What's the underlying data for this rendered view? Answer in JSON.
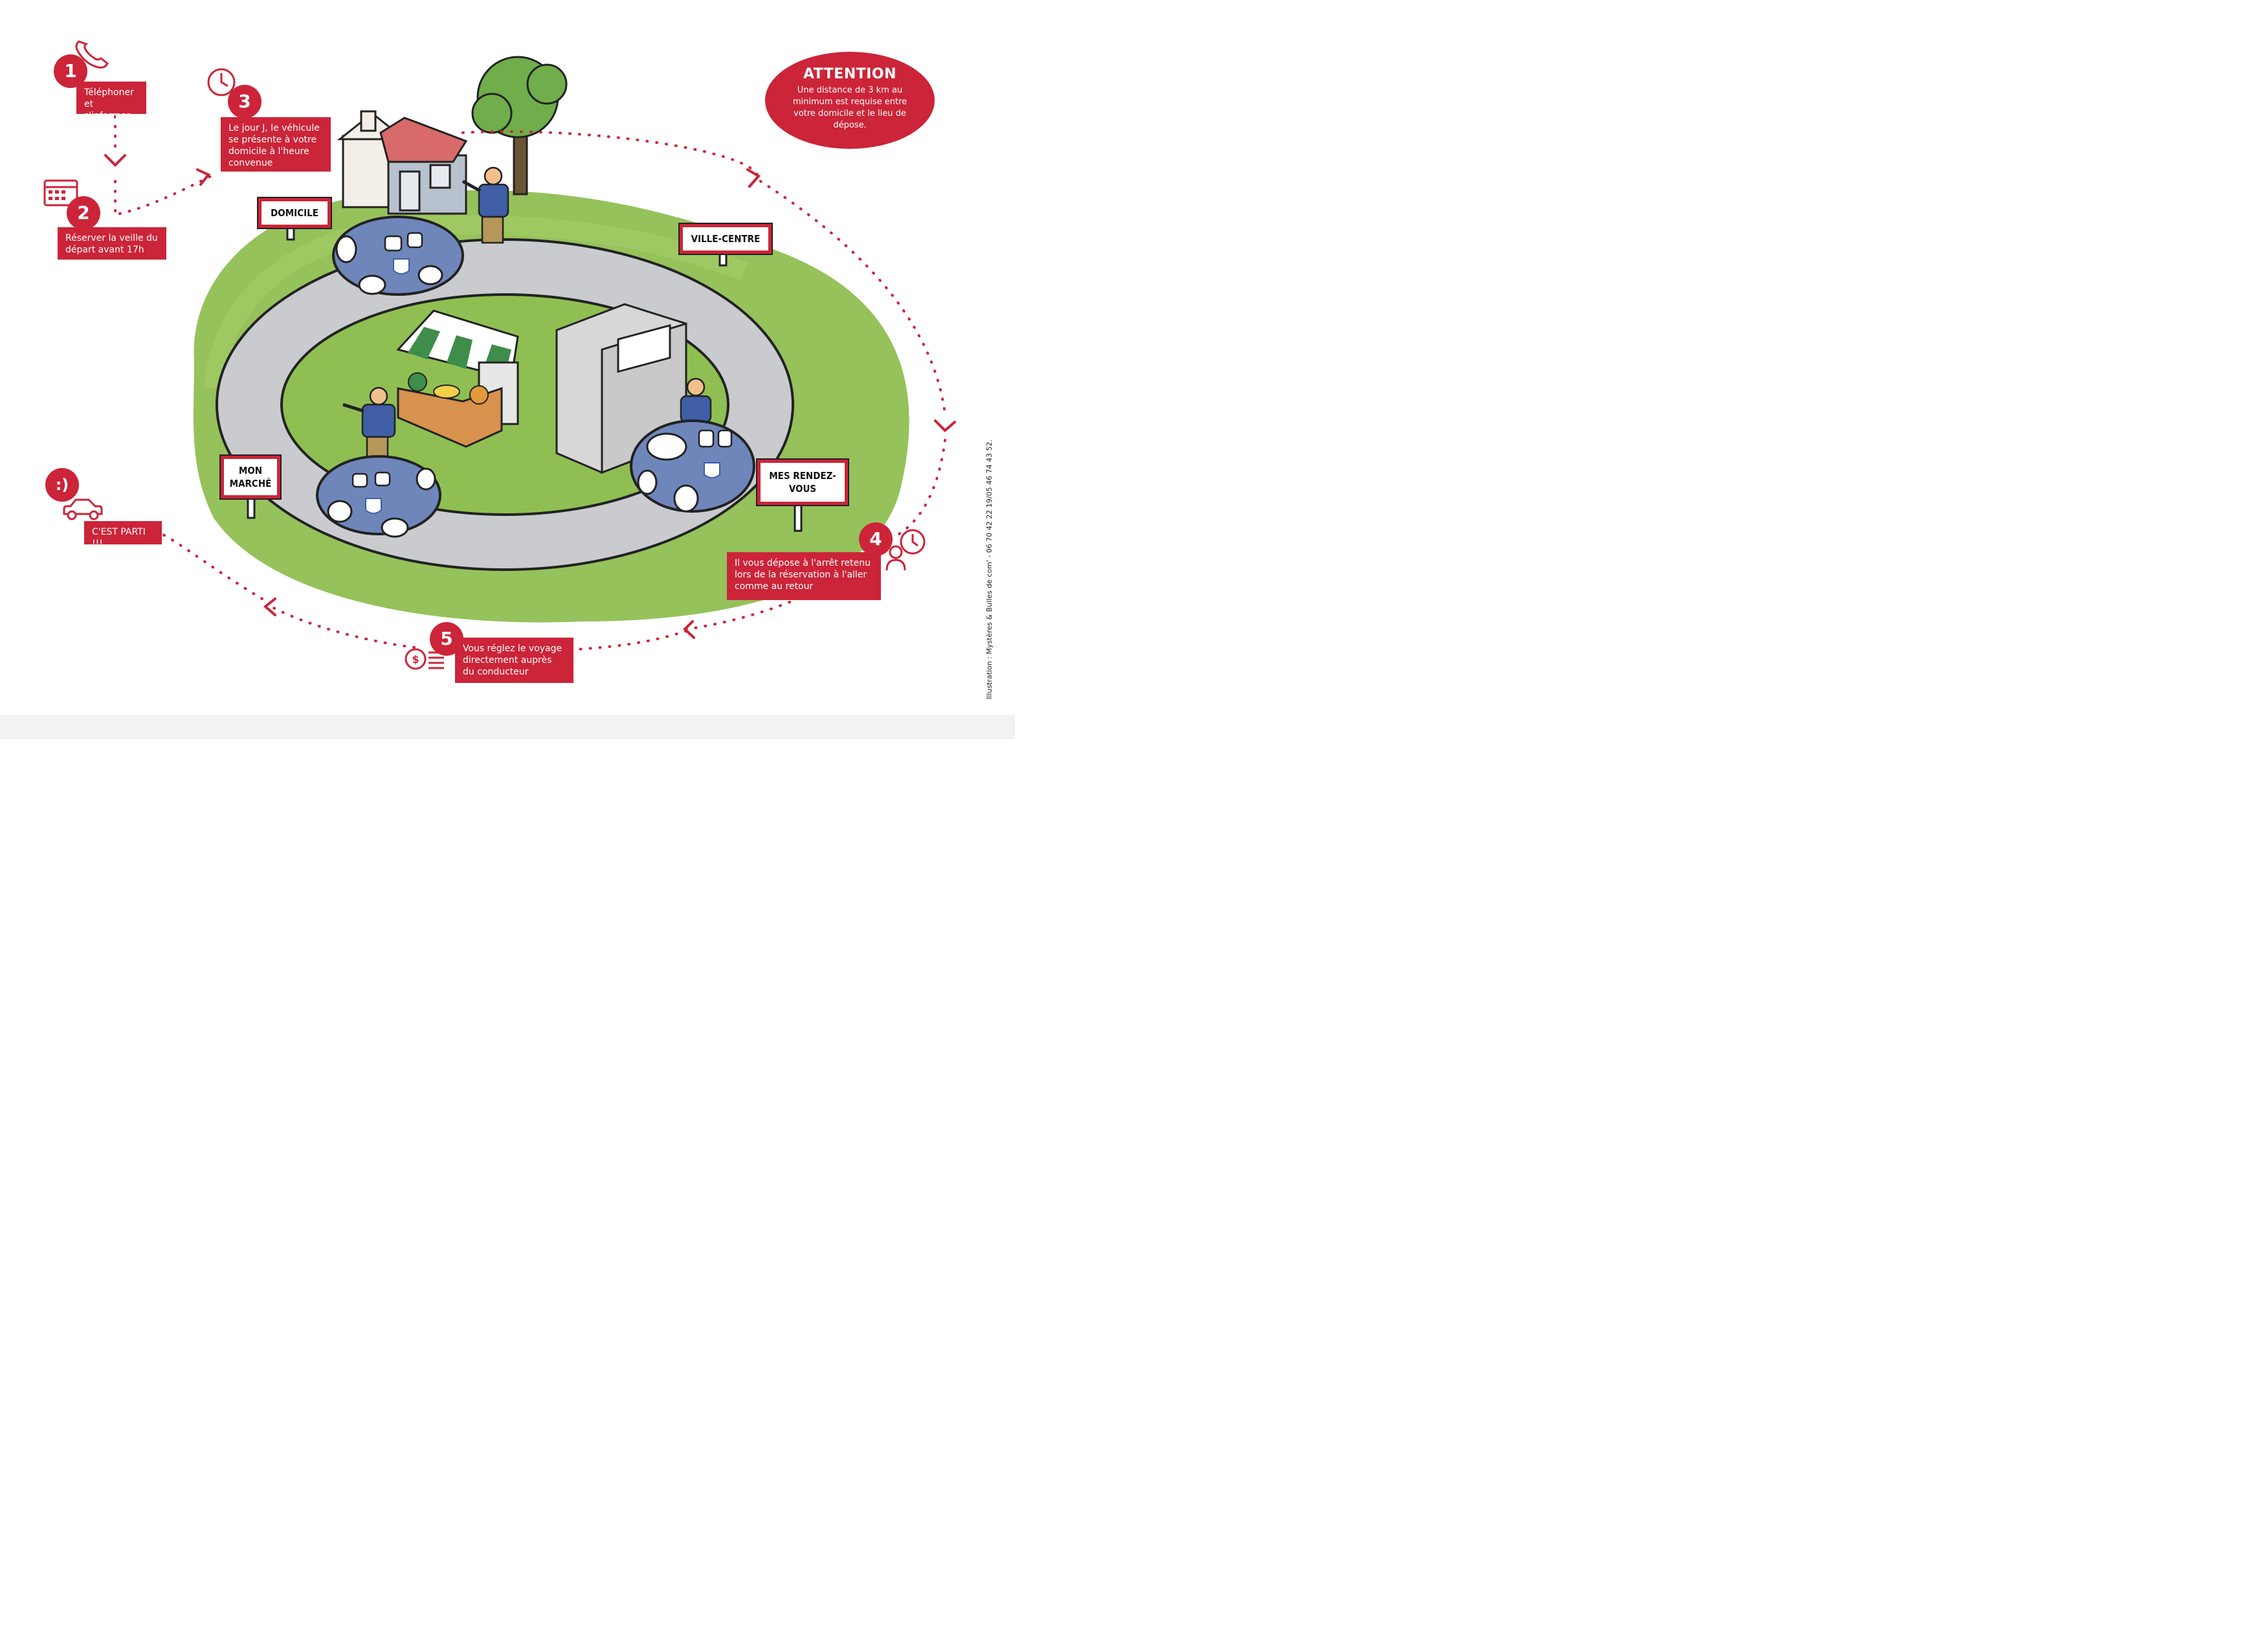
{
  "attention": {
    "title": "ATTENTION",
    "text": "Une distance de 3 km au minimum est requise entre votre domicile et le lieu de dépose."
  },
  "steps": [
    {
      "number": "1",
      "text": "Téléphoner et s'informer",
      "icon": "phone-icon"
    },
    {
      "number": "2",
      "text": "Réserver la veille du départ avant 17h",
      "icon": "calendar-icon"
    },
    {
      "number": "3",
      "text": "Le jour J, le véhicule se présente à votre domicile à l'heure convenue",
      "icon": "clock-icon"
    },
    {
      "number": "4",
      "text": "Il vous dépose à l'arrêt retenu lors de la réservation à l'aller comme au retour",
      "icon": "clock-person-icon"
    },
    {
      "number": "5",
      "text": "Vous réglez le voyage directement auprès du conducteur",
      "icon": "coins-icon"
    },
    {
      "number": ":)",
      "text": "C'EST PARTI !!!",
      "icon": "car-icon"
    }
  ],
  "signs": {
    "domicile": "DOMICILE",
    "ville_centre": "VILLE-CENTRE",
    "mon_marche": "MON MARCHÉ",
    "mes_rendez_vous": "MES RENDEZ-VOUS"
  },
  "credit": "Illustration : Mystères & Bulles de com' - 06 70 42 22 19/05 46 74 43 52.",
  "colors": {
    "accent_red": "#cc2438",
    "grass": "#8fbf52",
    "road": "#c9cbcf",
    "car_blue": "#6f86bb"
  }
}
